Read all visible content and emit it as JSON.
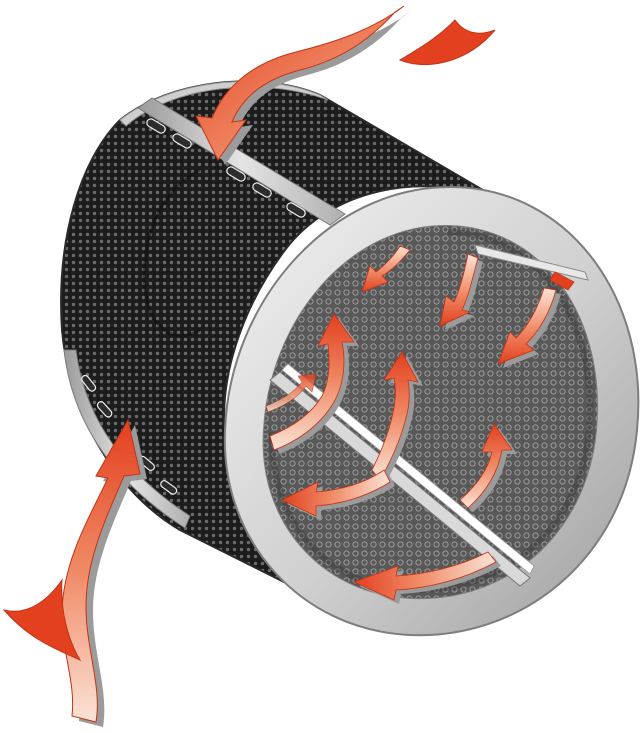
{
  "diagram": {
    "subject": "cylindrical-enclosure-airflow",
    "colors": {
      "background": "#ffffff",
      "shell_dark": "#1c1c1c",
      "shell_dot": "#6a6a6a",
      "rim_light": "#e6e6e6",
      "rim_mid": "#b4b4b4",
      "rim_shadow": "#8c8c8c",
      "interior": "#585858",
      "interior_dot": "#9a9a9a",
      "arrow_deep": "#e2401f",
      "arrow_mid": "#f08a66",
      "arrow_light": "#fbe3d6",
      "arrow_shadow": "#9b9b9b"
    },
    "arrows": [
      {
        "name": "intake-top",
        "direction": "in"
      },
      {
        "name": "intake-bottom-left",
        "direction": "in"
      },
      {
        "name": "internal-upper-1",
        "direction": "circulate"
      },
      {
        "name": "internal-upper-2",
        "direction": "circulate"
      },
      {
        "name": "internal-upper-3",
        "direction": "circulate"
      },
      {
        "name": "internal-upper-4",
        "direction": "circulate"
      },
      {
        "name": "internal-middle-1",
        "direction": "circulate"
      },
      {
        "name": "internal-middle-2",
        "direction": "circulate"
      },
      {
        "name": "internal-middle-3",
        "direction": "circulate"
      },
      {
        "name": "internal-lower-1",
        "direction": "circulate"
      },
      {
        "name": "internal-lower-2",
        "direction": "circulate"
      },
      {
        "name": "internal-lower-3",
        "direction": "circulate"
      }
    ]
  }
}
